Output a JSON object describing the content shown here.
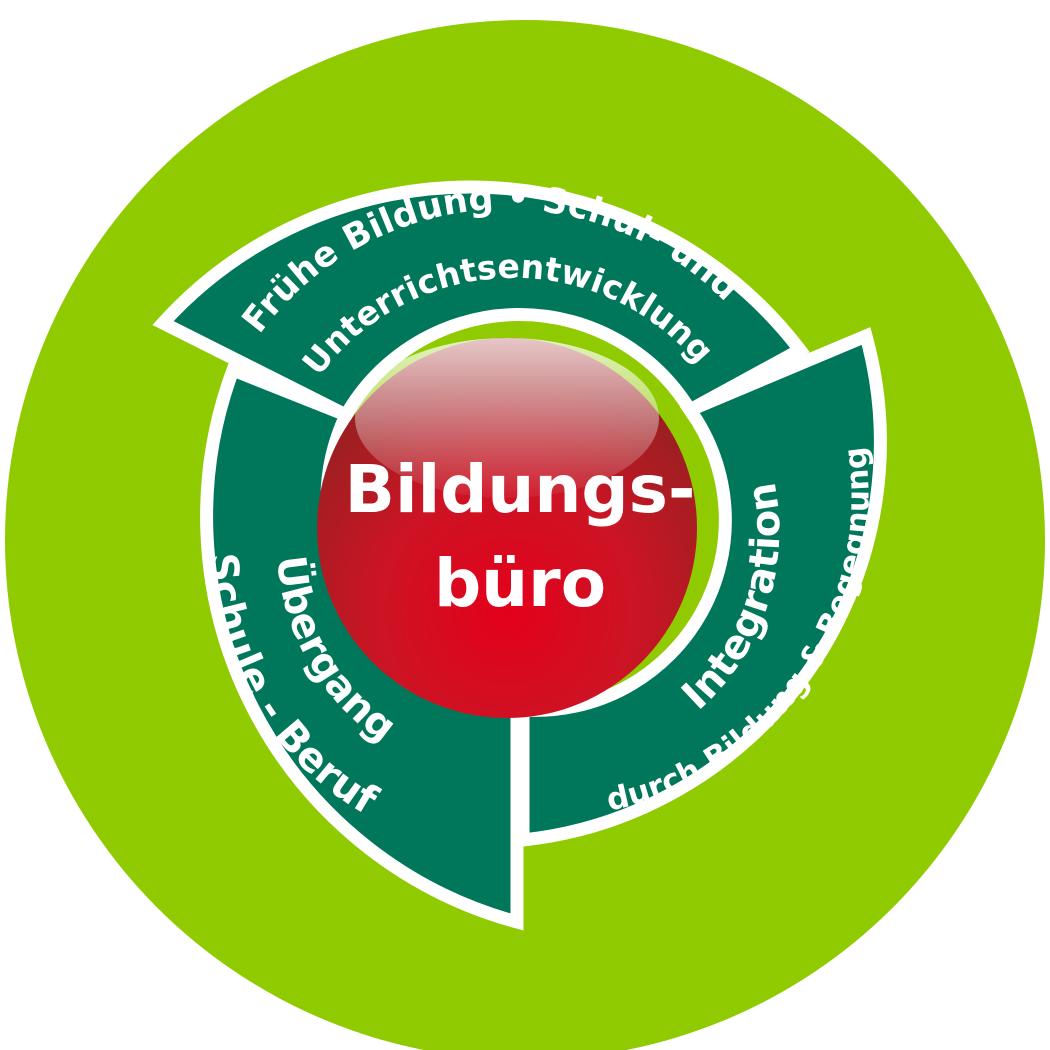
{
  "center": {
    "line1": "Bildungs-",
    "line2": "büro"
  },
  "segments": {
    "top": {
      "line1": "Frühe Bildung • Schul- und",
      "line2": "Unterrichtsentwicklung"
    },
    "right": {
      "line1": "Integration",
      "line2": "durch Bildung & Begegnung"
    },
    "left": {
      "line1": "Übergang",
      "line2": "Schule - Beruf"
    }
  },
  "colors": {
    "outer_ring": "#8fcb00",
    "segment": "#00775a",
    "segment_border": "#ffffff",
    "center": "#c8102e"
  }
}
